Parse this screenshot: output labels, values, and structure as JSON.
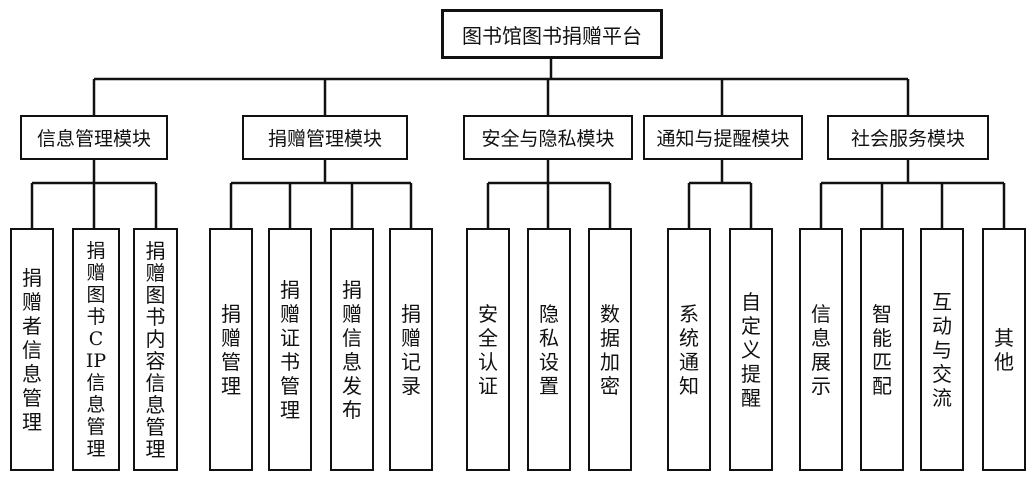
{
  "root": {
    "label": "图书馆图书捐赠平台"
  },
  "modules": [
    {
      "label": "信息管理模块",
      "children": [
        {
          "label": "捐赠者信息管理"
        },
        {
          "label": "捐赠图书CIP信息管理"
        },
        {
          "label": "捐赠图书内容信息管理"
        }
      ]
    },
    {
      "label": "捐赠管理模块",
      "children": [
        {
          "label": "捐赠管理"
        },
        {
          "label": "捐赠证书管理"
        },
        {
          "label": "捐赠信息发布"
        },
        {
          "label": "捐赠记录"
        }
      ]
    },
    {
      "label": "安全与隐私模块",
      "children": [
        {
          "label": "安全认证"
        },
        {
          "label": "隐私设置"
        },
        {
          "label": "数据加密"
        }
      ]
    },
    {
      "label": "通知与提醒模块",
      "children": [
        {
          "label": "系统通知"
        },
        {
          "label": "自定义提醒"
        }
      ]
    },
    {
      "label": "社会服务模块",
      "children": [
        {
          "label": "信息展示"
        },
        {
          "label": "智能匹配"
        },
        {
          "label": "互动与交流"
        },
        {
          "label": "其他"
        }
      ]
    }
  ]
}
